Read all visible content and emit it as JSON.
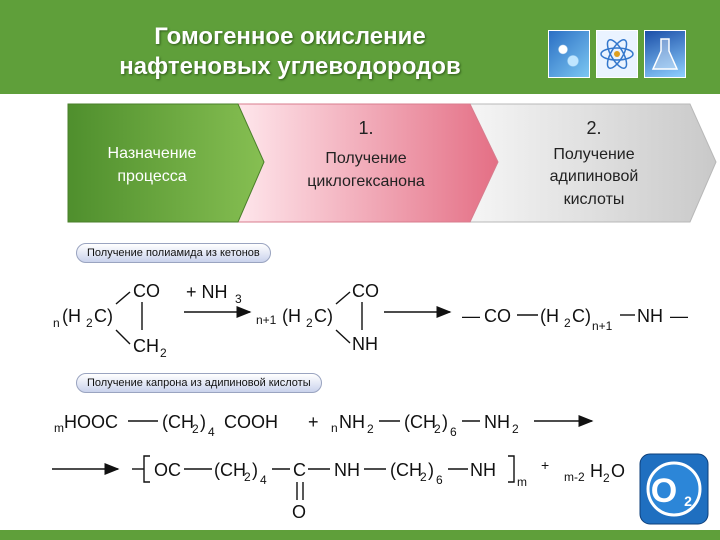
{
  "title": {
    "line1": "Гомогенное окисление",
    "line2": "нафтеновых углеводородов"
  },
  "header_images": [
    "flask-molecules-image",
    "atom-image",
    "lab-glassware-image"
  ],
  "process_flow": {
    "purpose": {
      "line1": "Назначение",
      "line2": "процесса"
    },
    "step1": {
      "number": "1.",
      "line1": "Получение",
      "line2": "циклогексанона"
    },
    "step2": {
      "number": "2.",
      "line1": "Получение",
      "line2": "адипиновой",
      "line3": "кислоты"
    }
  },
  "section1": {
    "label": "Получение полиамида из кетонов",
    "reaction": {
      "n": "n",
      "h2c_l": "(H",
      "h2c_2": "2",
      "h2c_r": "C)",
      "co": "CO",
      "ch2": "CH",
      "ch2_sub": "2",
      "plus_nh3": "+ NH",
      "nh3_sub": "3",
      "n_plus_1": "n+1",
      "co2": "CO",
      "nh": "NH",
      "product_dash": "—",
      "product_co": "CO",
      "product_h2c": "(H",
      "product_h2c_2": "2",
      "product_h2c_r": "C)",
      "product_sub": "n+1",
      "product_nh": "NH",
      "product_dash2": "—"
    }
  },
  "section2": {
    "label": "Получение капрона из адипиновой кислоты",
    "reaction1": {
      "m": "m",
      "hooc": "HOOC",
      "ch2": "(CH",
      "ch2_2": "2",
      "ch2_r": ")",
      "sub4": "4",
      "cooh": "COOH",
      "plus": "+",
      "n": "n",
      "nh2": "NH",
      "nh2_2": "2",
      "ch2b": "(CH",
      "ch2b_2": "2",
      "ch2b_r": ")",
      "sub6": "6",
      "nh2b": "NH",
      "nh2b_2": "2"
    },
    "reaction2": {
      "oc": "OC",
      "ch2": "(CH",
      "ch2_2": "2",
      "ch2_r": ")",
      "sub4": "4",
      "c": "C",
      "nh": "NH",
      "ch2b": "(CH",
      "ch2b_2": "2",
      "ch2b_r": ")",
      "sub6": "6",
      "nh2": "NH",
      "m": "m",
      "plus": "+",
      "coef": "m-2",
      "h2o_h": "H",
      "h2o_2": "2",
      "h2o_o": "O",
      "o": "O"
    }
  },
  "badge": {
    "main": "O",
    "sub": "2"
  },
  "colors": {
    "header_green": "#5f9f3a",
    "purpose_green": "#6faa3f",
    "step1_pink": "#e47a8c",
    "step2_gray": "#d0d0d0",
    "badge_blue": "#1f6fc0"
  }
}
